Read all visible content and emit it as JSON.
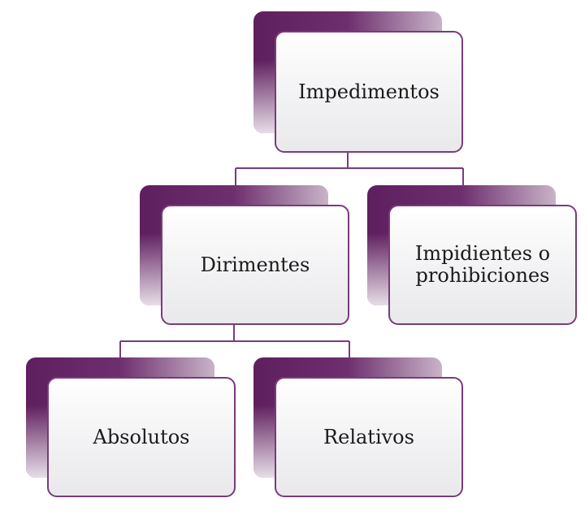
{
  "diagram": {
    "nodes": {
      "root": {
        "label": "Impedimentos"
      },
      "dirimentes": {
        "label": "Dirimentes"
      },
      "impidientes": {
        "label_line1": "Impidientes o",
        "label_line2": "prohibiciones"
      },
      "absolutos": {
        "label": "Absolutos"
      },
      "relativos": {
        "label": "Relativos"
      }
    },
    "edges": [
      {
        "from": "root",
        "to": "dirimentes"
      },
      {
        "from": "root",
        "to": "impidientes"
      },
      {
        "from": "dirimentes",
        "to": "absolutos"
      },
      {
        "from": "dirimentes",
        "to": "relativos"
      }
    ],
    "colors": {
      "accent": "#6e2f6e",
      "border": "#7a3b7a",
      "connector": "#7a3b7a",
      "box_fill": "#f2f2f4"
    }
  }
}
